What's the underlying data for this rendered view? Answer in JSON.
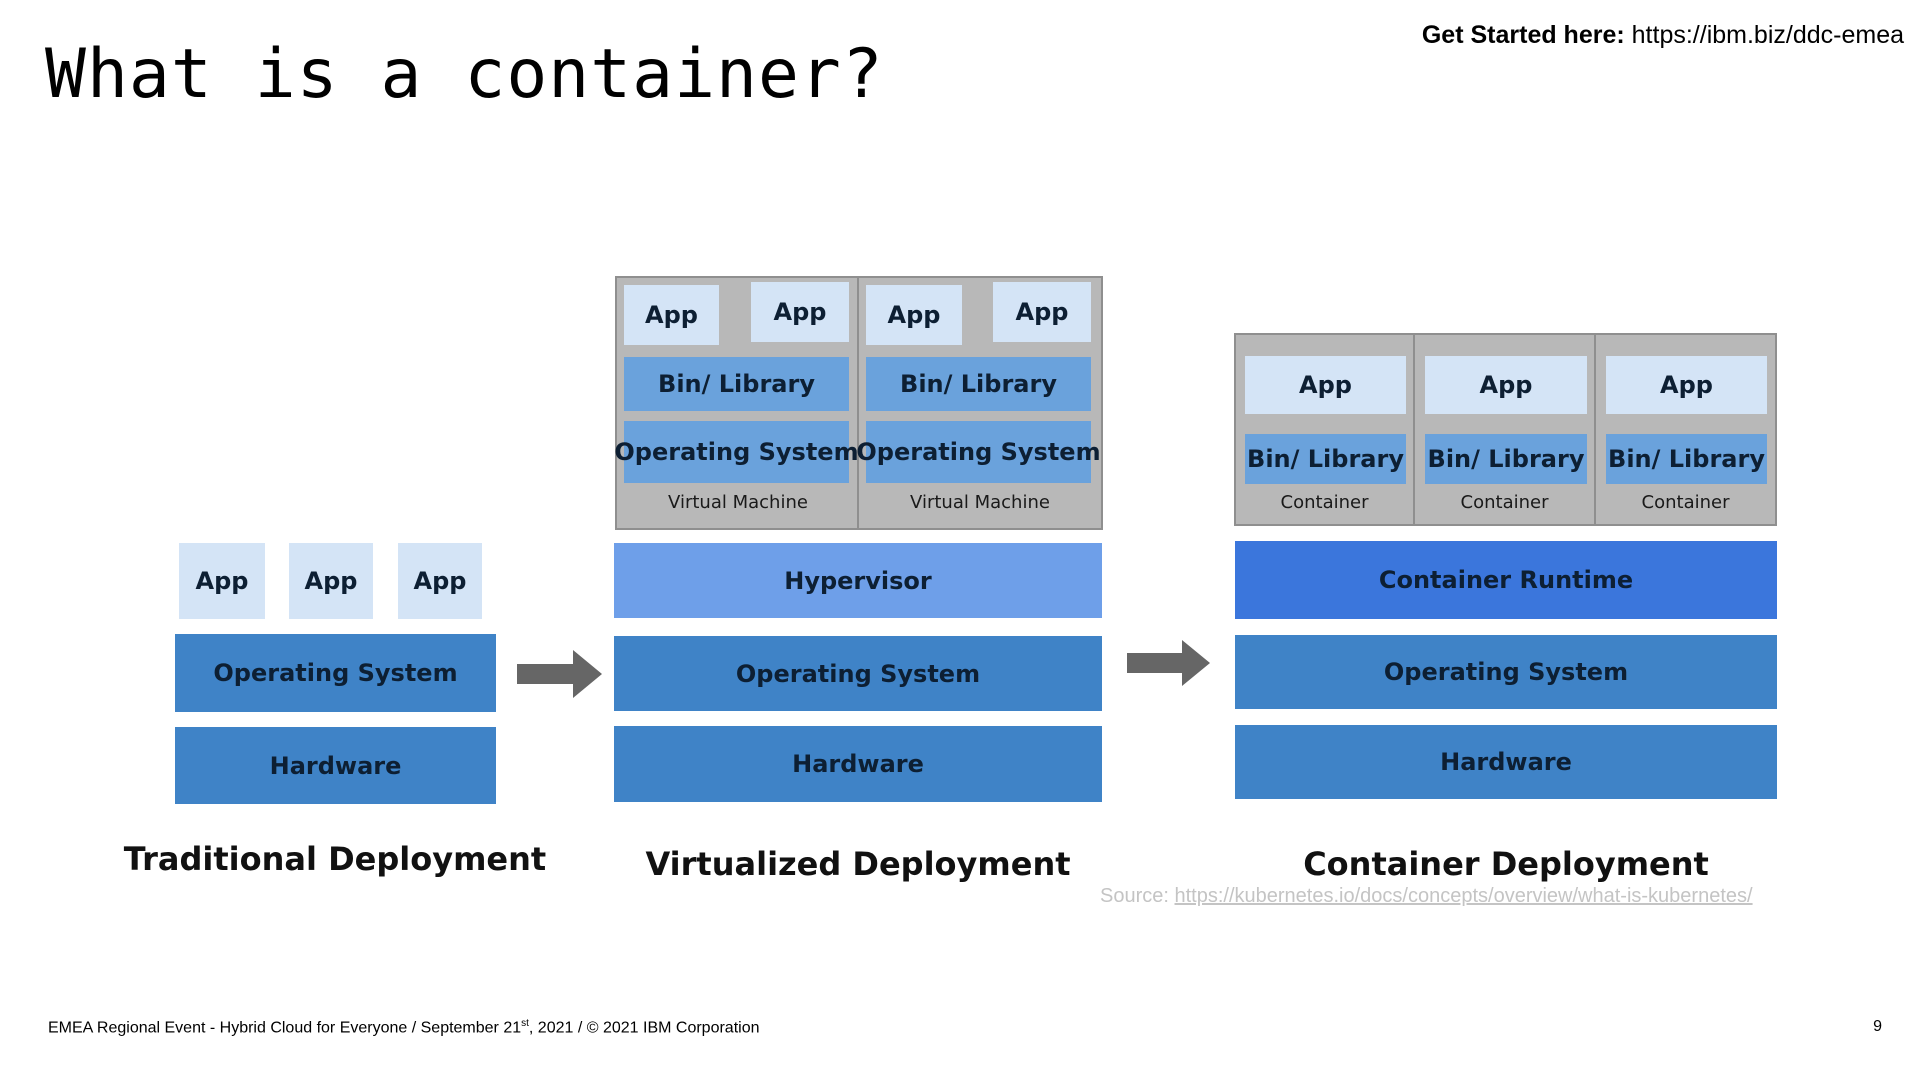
{
  "title": "What is a container?",
  "get_started": {
    "label": "Get Started here:",
    "url": "https://ibm.biz/ddc-emea"
  },
  "diagram": {
    "traditional": {
      "heading": "Traditional Deployment",
      "apps": [
        "App",
        "App",
        "App"
      ],
      "os": "Operating System",
      "hardware": "Hardware"
    },
    "virtualized": {
      "heading": "Virtualized Deployment",
      "vms": [
        {
          "apps": [
            "App",
            "App"
          ],
          "library": "Bin/ Library",
          "os": "Operating System",
          "label": "Virtual Machine"
        },
        {
          "apps": [
            "App",
            "App"
          ],
          "library": "Bin/ Library",
          "os": "Operating System",
          "label": "Virtual Machine"
        }
      ],
      "hypervisor": "Hypervisor",
      "os": "Operating System",
      "hardware": "Hardware"
    },
    "container": {
      "heading": "Container Deployment",
      "containers": [
        {
          "app": "App",
          "library": "Bin/ Library",
          "label": "Container"
        },
        {
          "app": "App",
          "library": "Bin/ Library",
          "label": "Container"
        },
        {
          "app": "App",
          "library": "Bin/ Library",
          "label": "Container"
        }
      ],
      "runtime": "Container Runtime",
      "os": "Operating System",
      "hardware": "Hardware"
    }
  },
  "source": {
    "label": "Source:",
    "url": "https://kubernetes.io/docs/concepts/overview/what-is-kubernetes/"
  },
  "footer": {
    "event": "EMEA Regional Event - Hybrid Cloud for Everyone / September 21",
    "ordinal": "st",
    "rest": ", 2021 / © 2021 IBM Corporation",
    "page_number": "9"
  },
  "colors": {
    "app": "#d4e4f6",
    "library": "#6aa2dc",
    "os": "#3f83c7",
    "hypervisor": "#6e9fe9",
    "runtime": "#3b76dc",
    "vm_frame": "#b8b8b8",
    "arrow": "#666666"
  },
  "icons": [
    "arrow-right-icon"
  ]
}
